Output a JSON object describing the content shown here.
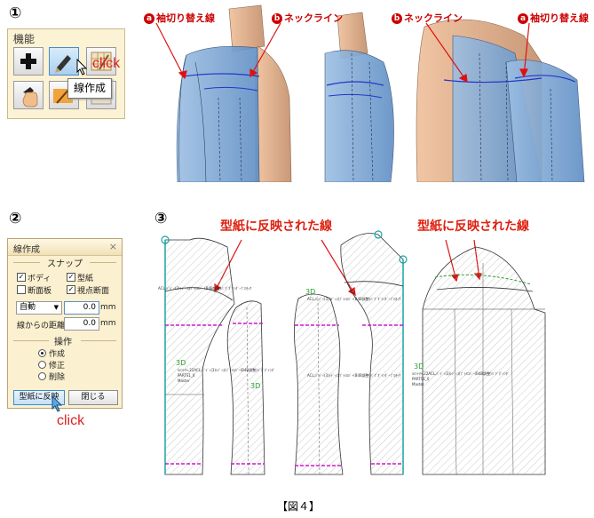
{
  "steps": {
    "s1": "①",
    "s2": "②",
    "s3": "③"
  },
  "palette": {
    "title": "機能",
    "tooltip": "線作成",
    "click": "click"
  },
  "callouts": {
    "a1": "袖切り替え線",
    "b1": "ネックライン",
    "b2": "ネックライン",
    "a2": "袖切り替え線",
    "a_mark": "a",
    "b_mark": "b"
  },
  "dialog": {
    "title": "線作成",
    "close": "×",
    "snap_title": "スナップ",
    "snap": [
      {
        "label": "ボディ",
        "checked": true
      },
      {
        "label": "型紙",
        "checked": true
      },
      {
        "label": "断面板",
        "checked": false
      },
      {
        "label": "視点断面",
        "checked": true
      }
    ],
    "mode_value": "自動",
    "mode_number": "0.0",
    "mode_unit": "mm",
    "dist_label": "線からの距離",
    "dist_value": "0.0",
    "dist_unit": "mm",
    "op_title": "操作",
    "ops": [
      {
        "label": "作成",
        "on": true
      },
      {
        "label": "修正",
        "on": false
      },
      {
        "label": "削除",
        "on": false
      }
    ],
    "reflect_button": "型紙に反映",
    "close_button": "閉じる",
    "click": "click"
  },
  "pattern": {
    "label_left": "型紙に反映された線",
    "label_right": "型紙に反映された線",
    "tag_3d": "3D",
    "small_text_a": "ACL,ﾊﾞﾃﾞｨ(3)ﾚﾃﾞｨｽ(ﾌﾞﾗﾐﾛﾊﾞｰ(B4B調整)ﾊﾞｸﾞｵﾞｲﾝﾀﾞｰﾌﾟﾛｾｯｻ",
    "small_text_b": "ﾙﾒﾝﾄﾁｬ,22ACL,ﾊﾞﾃﾞｨ(3)ﾚﾃﾞｨｽ(ﾌﾞﾗﾐﾛﾊﾞｰ(B4B調整)ﾊﾞｸﾞｵﾞｲﾝﾀﾞ",
    "small_text_c": "PARTS1_0",
    "small_text_d": "Master"
  },
  "caption": "【図４】"
}
